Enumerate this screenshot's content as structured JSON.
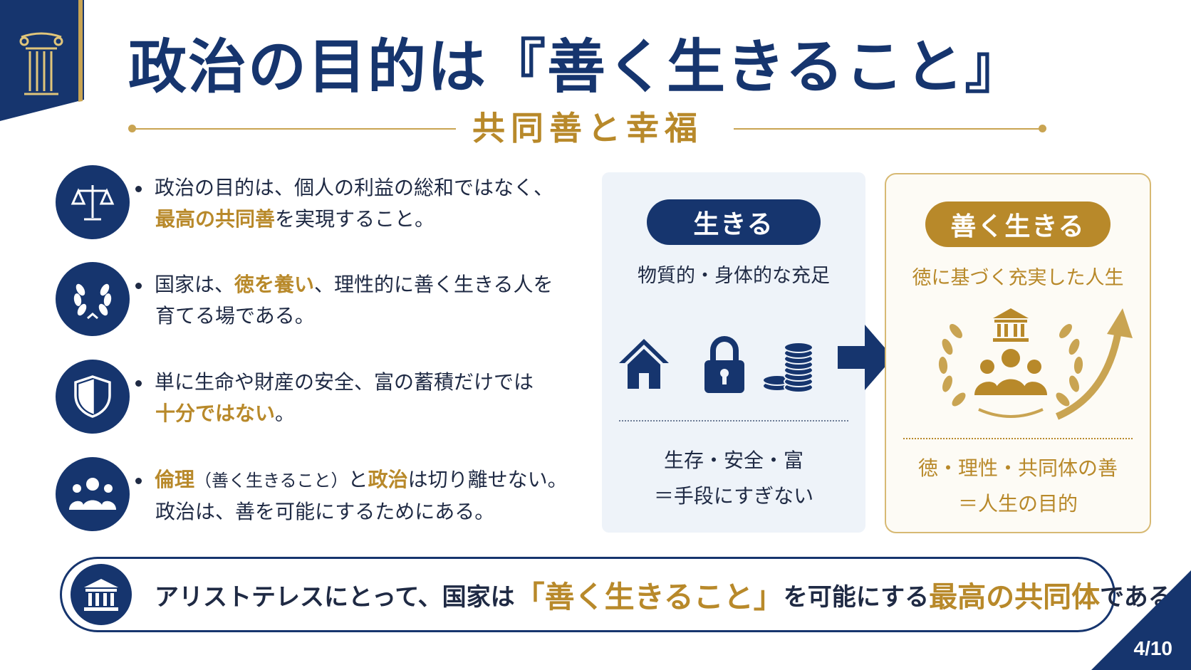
{
  "title": "政治の目的は『善く生きること』",
  "subtitle": "共同善と幸福",
  "bullets": [
    {
      "icon": "scales-icon",
      "line1": "政治の目的は、個人の利益の総和ではなく、",
      "hl": "最高の共同善",
      "rest": "を実現すること。"
    },
    {
      "icon": "laurel-wreath-icon",
      "pre": "国家は、",
      "hl": "徳を養い",
      "post": "、理性的に善く生きる人を",
      "line2": "育てる場である。"
    },
    {
      "icon": "shield-icon",
      "line1": "単に生命や財産の安全、富の蓄積だけでは",
      "hl": "十分ではない",
      "post": "。"
    },
    {
      "icon": "people-icon",
      "hl1": "倫理",
      "paren": "（善く生きること）",
      "and": "と",
      "hl2": "政治",
      "post": "は切り離せない。",
      "line2": "政治は、善を可能にするためにある。"
    }
  ],
  "left_panel": {
    "label": "生きる",
    "subtitle": "物質的・身体的な充足",
    "icons": [
      "house-icon",
      "lock-icon",
      "coins-icon"
    ],
    "foot1": "生存・安全・富",
    "foot2": "＝手段にすぎない"
  },
  "right_panel": {
    "label": "善く生きる",
    "subtitle": "徳に基づく充実した人生",
    "icons": [
      "temple-icon",
      "laurel-icon",
      "people-icon",
      "rising-arrow-icon"
    ],
    "foot1": "徳・理性・共同体の善",
    "foot2": "＝人生の目的"
  },
  "banner": {
    "pre": "アリストテレスにとって、国家は",
    "big": "「善く生きること」",
    "mid_text": "を可能にする",
    "hl": "最高の共同体",
    "post": "である。"
  },
  "page_number": "4/10",
  "colors": {
    "navy": "#16356e",
    "gold": "#b8892a"
  }
}
